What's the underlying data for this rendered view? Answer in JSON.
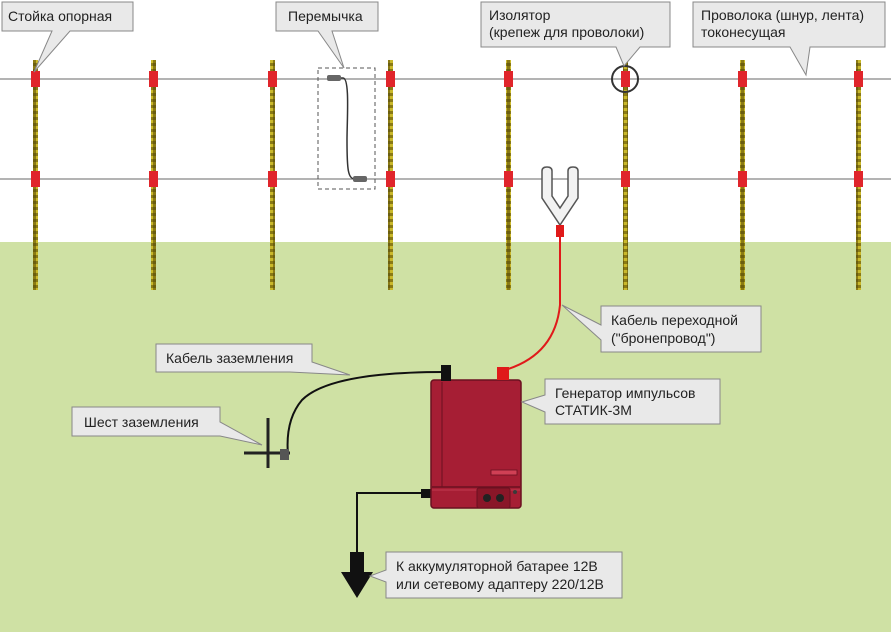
{
  "labels": {
    "support_post": "Стойка опорная",
    "jumper": "Перемычка",
    "insulator": [
      "Изолятор",
      "(крепеж для проволоки)"
    ],
    "wire": [
      "Проволока (шнур, лента)",
      "токонесущая"
    ],
    "adapter_cable": [
      "Кабель переходной",
      "(\"бронепровод\")"
    ],
    "ground_cable": "Кабель заземления",
    "ground_rod": "Шест заземления",
    "generator": [
      "Генератор импульсов",
      "СТАТИК-3М"
    ],
    "power_source": [
      "К аккумуляторной батарее 12В",
      "или сетевому адаптеру 220/12В"
    ]
  },
  "colors": {
    "sky": "#ffffff",
    "ground": "#cfe1a4",
    "post": "#8a7a14",
    "insulator": "#e0252b",
    "wire": "#999999",
    "callout_fill": "#e9e9e9",
    "callout_stroke": "#888888",
    "generator_body": "#a61e34",
    "generator_dark": "#7a1426",
    "hv_cable": "#e01a1a",
    "ground_cable": "#111111"
  }
}
